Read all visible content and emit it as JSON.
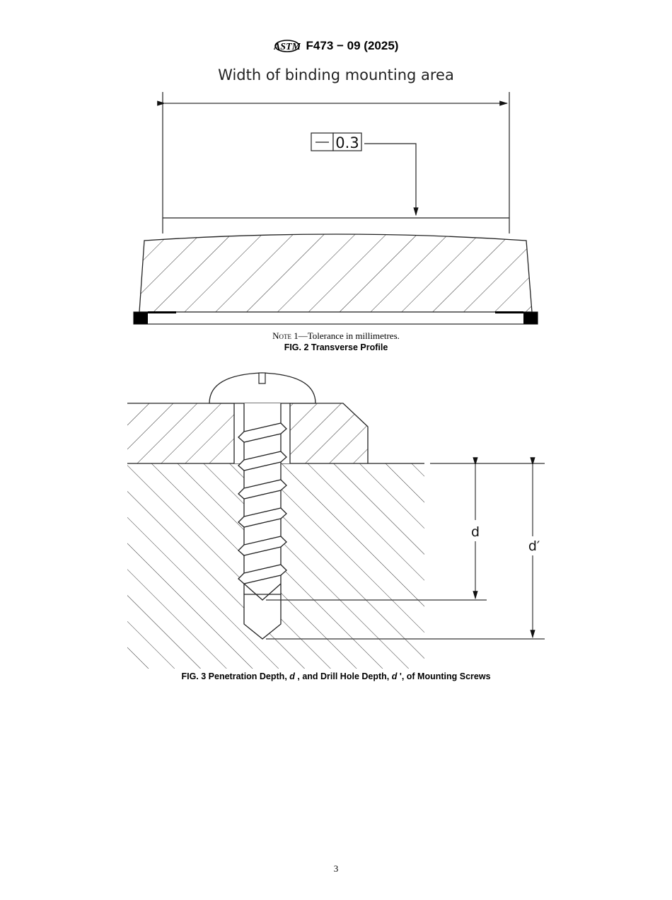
{
  "header": {
    "logo": "astm-logo-icon",
    "doc_id": "F473 − 09 (2025)"
  },
  "figure2": {
    "dimension_label": "Width of binding mounting area",
    "tolerance_symbol": "—",
    "tolerance_value": "0.3",
    "note_prefix": "Note",
    "note_text": " 1—Tolerance in millimetres.",
    "caption": "FIG. 2  Transverse Profile"
  },
  "figure3": {
    "label_d": "d",
    "label_d_prime": "d′",
    "caption_parts": [
      "FIG. 3  Penetration Depth, ",
      "d",
      " , and Drill Hole Depth, ",
      "d",
      " ', of Mounting Screws"
    ]
  },
  "footer": {
    "page_number": "3"
  }
}
